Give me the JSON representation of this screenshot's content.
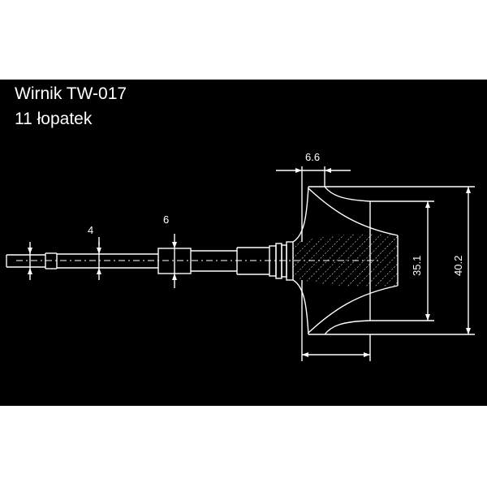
{
  "title": {
    "line1": "Wirnik TW-017",
    "line2": "11 łopatek"
  },
  "dimensions": {
    "shaft_diameter": "4",
    "journal_diameter": "6",
    "hub_length": "6.6",
    "inner_diameter": "35.1",
    "outer_diameter": "40.2"
  },
  "colors": {
    "background": "#000000",
    "line": "#ffffff",
    "frame": "#ffffff"
  }
}
